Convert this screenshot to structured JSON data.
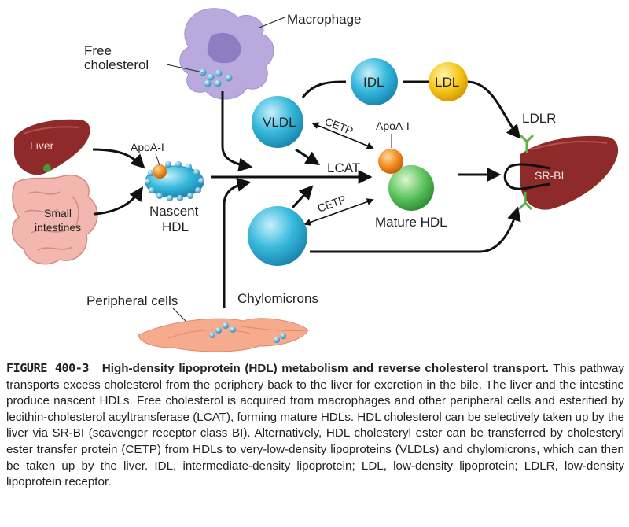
{
  "diagram": {
    "labels": {
      "macrophage": "Macrophage",
      "free_cholesterol_1": "Free",
      "free_cholesterol_2": "cholesterol",
      "liver": "Liver",
      "small_intestines_1": "Small",
      "small_intestines_2": "intestines",
      "apoa1_left": "ApoA-I",
      "nascent_1": "Nascent",
      "nascent_2": "HDL",
      "vldl": "VLDL",
      "idl": "IDL",
      "ldl": "LDL",
      "cetp_top": "CETP",
      "apoa1_right": "ApoA-I",
      "lcat": "LCAT",
      "cetp_bottom": "CETP",
      "mature_hdl": "Mature HDL",
      "ldlr": "LDLR",
      "srbi": "SR-BI",
      "peripheral_cells": "Peripheral cells",
      "chylomicrons": "Chylomicrons"
    },
    "colors": {
      "liver": "#8e2a2a",
      "intestine": "#f0b7b0",
      "macrophage": "#b8a8dc",
      "lipoprotein_blue": "#2bb3d6",
      "ldl_yellow": "#f5c518",
      "apoa1_orange": "#f08a1c",
      "mature_hdl_green": "#5cc25c",
      "receptor_green": "#5ab04a",
      "peripheral_cells": "#f6a98c"
    }
  },
  "caption": {
    "figure_label": "FIGURE 400-3",
    "title": "High-density lipoprotein (HDL) metabolism and reverse cholesterol transport.",
    "body": "This pathway transports excess cholesterol from the periphery back to the liver for excretion in the bile. The liver and the intestine produce nascent HDLs. Free cholesterol is acquired from macrophages and other peripheral cells and esterified by lecithin-cholesterol acyltransferase (LCAT), forming mature HDLs. HDL cholesterol can be selectively taken up by the liver via SR-BI (scavenger receptor class BI). Alternatively, HDL cholesteryl ester can be transferred by cholesteryl ester transfer protein (CETP) from HDLs to very-low-density lipoproteins (VLDLs) and chylomicrons, which can then be taken up by the liver. IDL, intermediate-density lipoprotein; LDL, low-density lipoprotein; LDLR, low-density lipoprotein receptor."
  }
}
